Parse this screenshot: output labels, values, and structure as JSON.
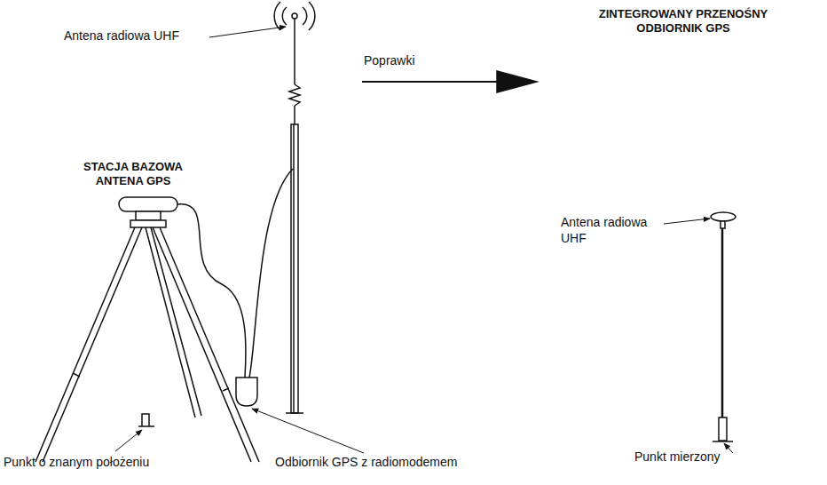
{
  "diagram": {
    "labels": [
      "Antena radiowa UHF",
      "Poprawki",
      "ZINTEGROWANY PRZENOŚNY ODBIORNIK GPS",
      "STACJA BAZOWA ANTENA GPS",
      "Antena radiowa UHF",
      "Punkt o znanym położeniu",
      "Odbiornik GPS z radiomodemem",
      "Punkt mierzony"
    ]
  }
}
